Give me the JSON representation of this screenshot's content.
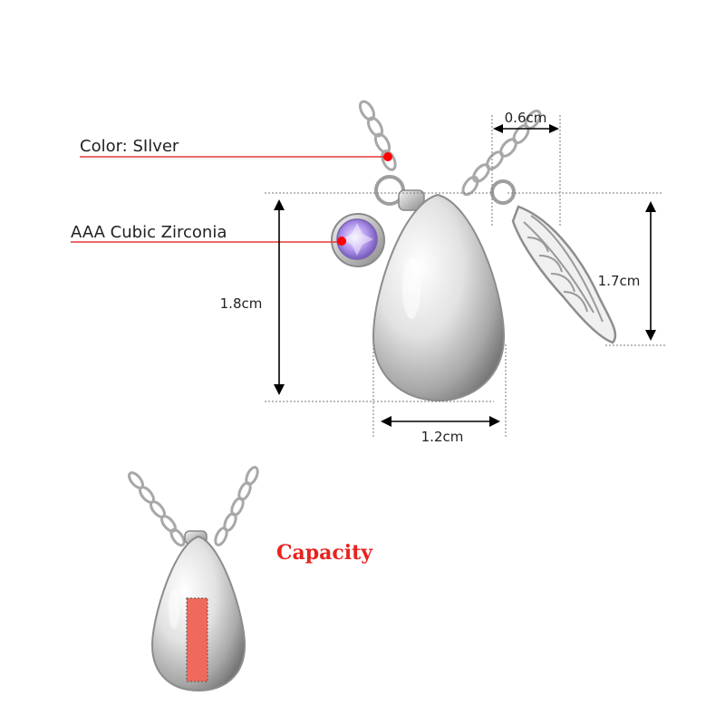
{
  "callouts": {
    "color_label": "Color: SIlver",
    "stone_label": "AAA Cubic Zirconia"
  },
  "dimensions": {
    "wing_width": "0.6cm",
    "wing_height": "1.7cm",
    "drop_height": "1.8cm",
    "drop_width": "1.2cm"
  },
  "capacity": {
    "title": "Capacity"
  },
  "colors": {
    "callout_line": "#e53935",
    "callout_dot": "#ff0000",
    "capacity_title": "#e8231f",
    "capacity_fill": "#ef6a5c",
    "crystal": "#b79cf0",
    "silver": "#c8c8c8"
  }
}
